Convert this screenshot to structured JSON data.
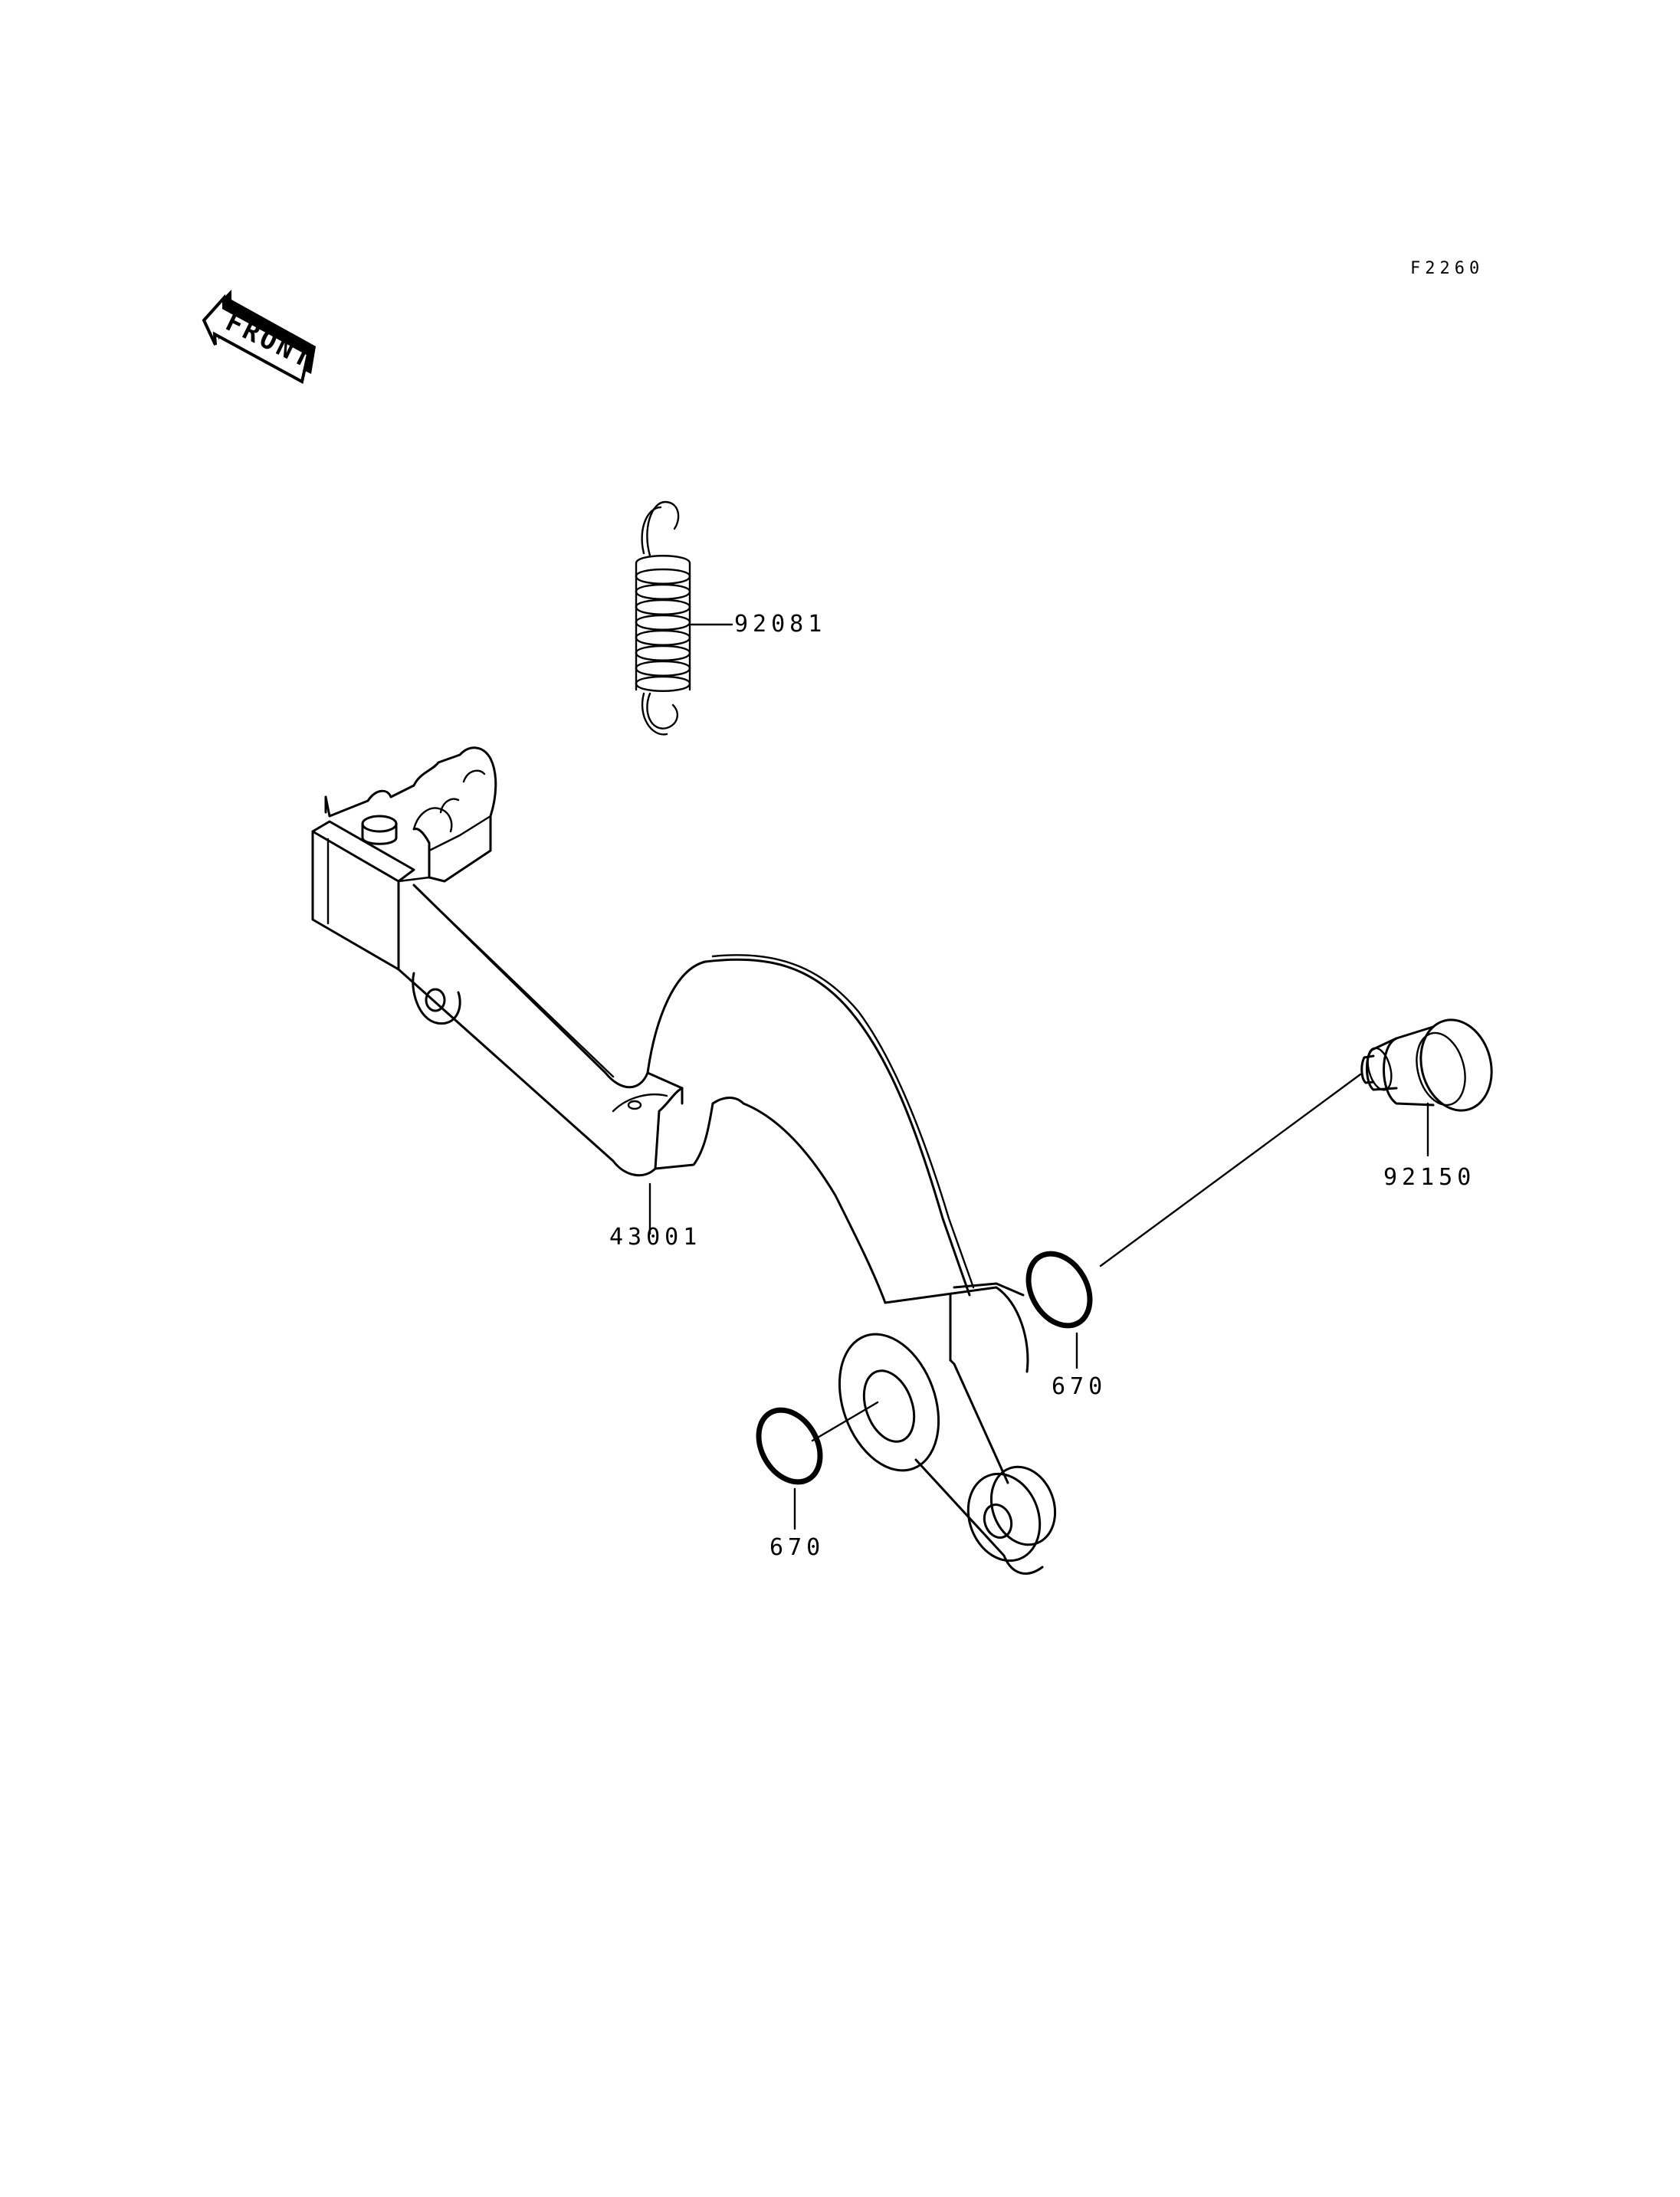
{
  "figure_code": "F2260",
  "front_arrow_text": "FRONT",
  "parts": [
    {
      "id": "spring",
      "number": "92081"
    },
    {
      "id": "brake-pedal",
      "number": "43001"
    },
    {
      "id": "pivot-bolt",
      "number": "92150"
    },
    {
      "id": "o-ring-upper",
      "number": "670"
    },
    {
      "id": "o-ring-lower",
      "number": "670"
    }
  ]
}
